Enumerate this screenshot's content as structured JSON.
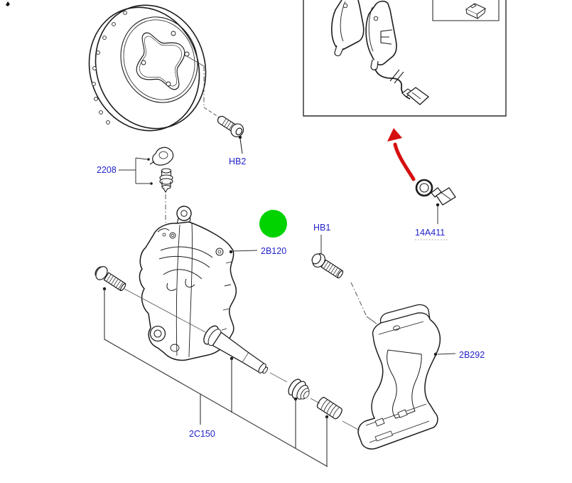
{
  "diagram": {
    "type": "exploded-parts-line-drawing",
    "labels": {
      "l2208": "2208",
      "hb2": "HB2",
      "caliper_2b120": "2B120",
      "hb1": "HB1",
      "sensor_14a411": "14A411",
      "bracket_2b292": "2B292",
      "pin_kit_2c150": "2C150"
    },
    "colors": {
      "background": "#ffffff",
      "line": "#1c1c1c",
      "label_text": "#2222cc",
      "callout_arrow_red": "#d51010",
      "selection_marker_green": "#00d300"
    },
    "icons": {
      "selection_marker": "green-dot-marker",
      "callout_arrow": "red-curved-arrow",
      "detail_inset": "detail-box"
    }
  }
}
